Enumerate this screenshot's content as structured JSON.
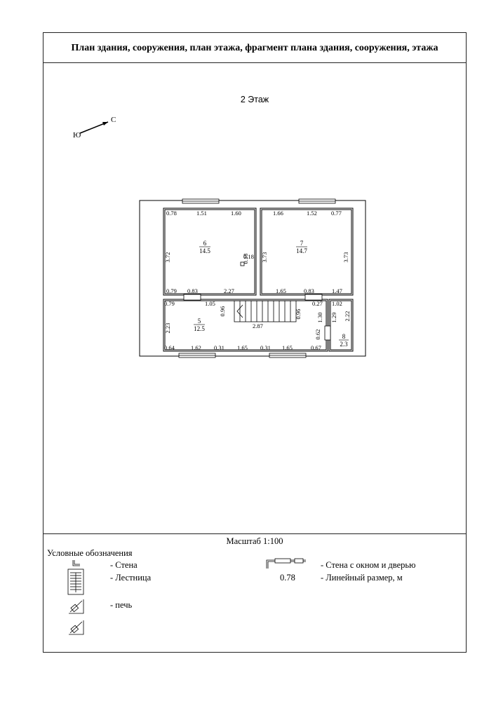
{
  "header": {
    "title": "План здания, сооружения, план этажа, фрагмент плана здания, сооружения, этажа"
  },
  "floor_label": "2 Этаж",
  "compass": {
    "north": "С",
    "south": "Ю"
  },
  "rooms": [
    {
      "number": "6",
      "area": "14.5"
    },
    {
      "number": "7",
      "area": "14.7"
    },
    {
      "number": "5",
      "area": "12.5"
    },
    {
      "number": "8",
      "area": "2.3"
    }
  ],
  "dims": {
    "r6_top_a": "0.78",
    "r6_top_b": "1.51",
    "r6_top_c": "1.60",
    "r6_left": "3.72",
    "r6_bot_a": "0.79",
    "r6_bot_b": "0.83",
    "r6_bot_c": "2.27",
    "r6_post_h": "0.18",
    "r6_post_v": "0.18",
    "r7_top_a": "1.66",
    "r7_top_b": "1.52",
    "r7_top_c": "0.77",
    "r7_left": "3.73",
    "r7_right": "3.73",
    "r7_bot_a": "1.65",
    "r7_bot_b": "0.83",
    "r7_bot_c": "1.47",
    "r5_top_a": "0.79",
    "r5_top_b": "1.05",
    "r5_left": "2.23",
    "stair_left": "0.96",
    "stair_right": "0.96",
    "stair_len": "2.87",
    "r5_top_c": "0.27",
    "r5_v_a": "1.30",
    "r5_v_b": "0.62",
    "r5_bot_a": "0.64",
    "r5_bot_b": "1.62",
    "r5_bot_c": "0.31",
    "r5_bot_d": "1.65",
    "r5_bot_e": "0.31",
    "r5_bot_f": "1.65",
    "r5_bot_g": "0.67",
    "r8_top": "1.02",
    "r8_left": "1.29",
    "r8_right": "2.22"
  },
  "scale_label": "Масштаб 1:100",
  "legend": {
    "title": "Условные обозначения",
    "wall": "- Стена",
    "stairs": "- Лестница",
    "stove": "- печь",
    "wall_window_door": "- Стена с окном и дверью",
    "sample_dim": "0.78",
    "linear_size": "- Линейный размер, м"
  }
}
